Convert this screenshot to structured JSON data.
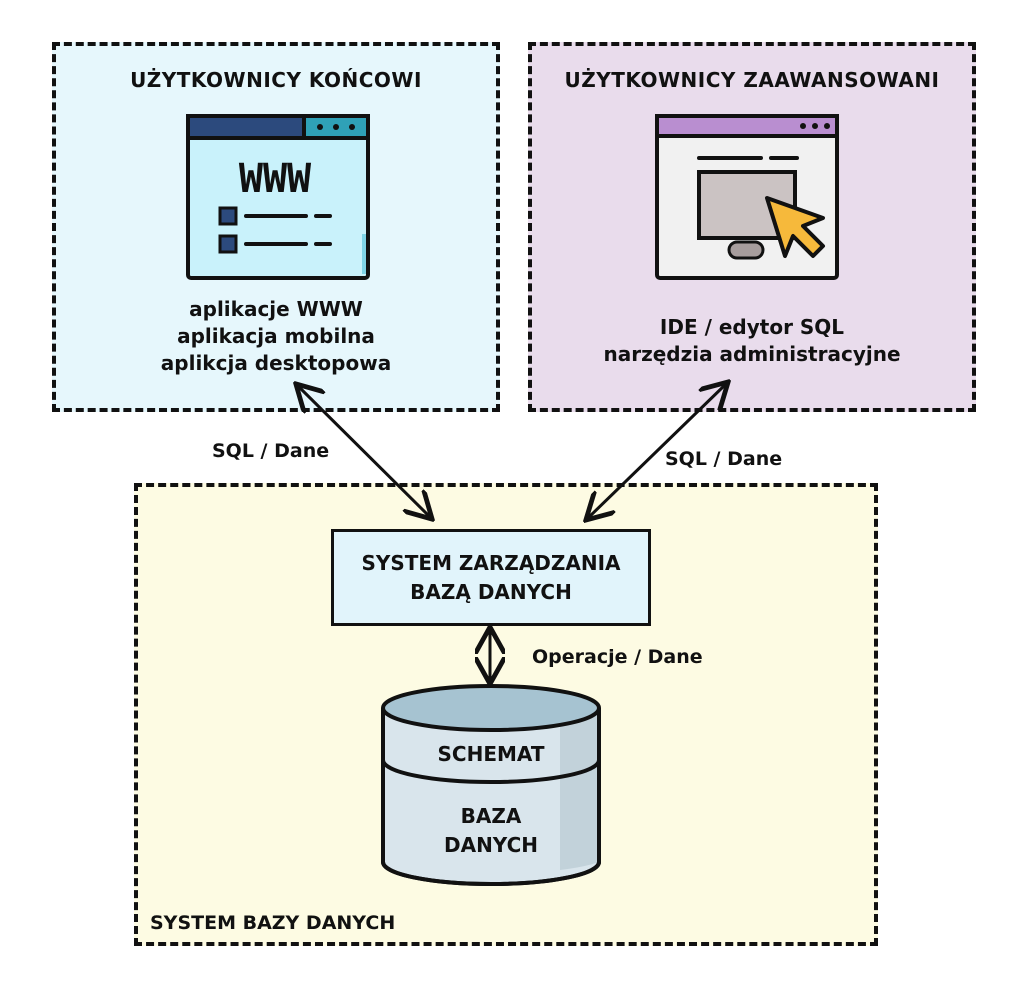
{
  "end_users": {
    "title": "UŻYTKOWNICY KOŃCOWI",
    "icon_text": "WWW",
    "lines": [
      "aplikacje WWW",
      "aplikacja mobilna",
      "aplikcja desktopowa"
    ]
  },
  "advanced_users": {
    "title": "UŻYTKOWNICY ZAAWANSOWANI",
    "lines": [
      "IDE  /  edytor SQL",
      "narzędzia administracyjne"
    ]
  },
  "edges": {
    "left_label": "SQL / Dane",
    "right_label": "SQL / Dane",
    "db_label": "Operacje / Dane"
  },
  "dbms": {
    "line1": "SYSTEM ZARZĄDZANIA",
    "line2": "BAZĄ DANYCH"
  },
  "database": {
    "schema": "SCHEMAT",
    "line1": "BAZA",
    "line2": "DANYCH"
  },
  "db_system": {
    "label": "SYSTEM BAZY DANYCH"
  },
  "colors": {
    "end_users_bg": "#e6f7fc",
    "advanced_users_bg": "#e9dcec",
    "db_system_bg": "#fdfbe3",
    "dbms_bg": "#e1f4fb",
    "cursor": "#f6b93b"
  }
}
